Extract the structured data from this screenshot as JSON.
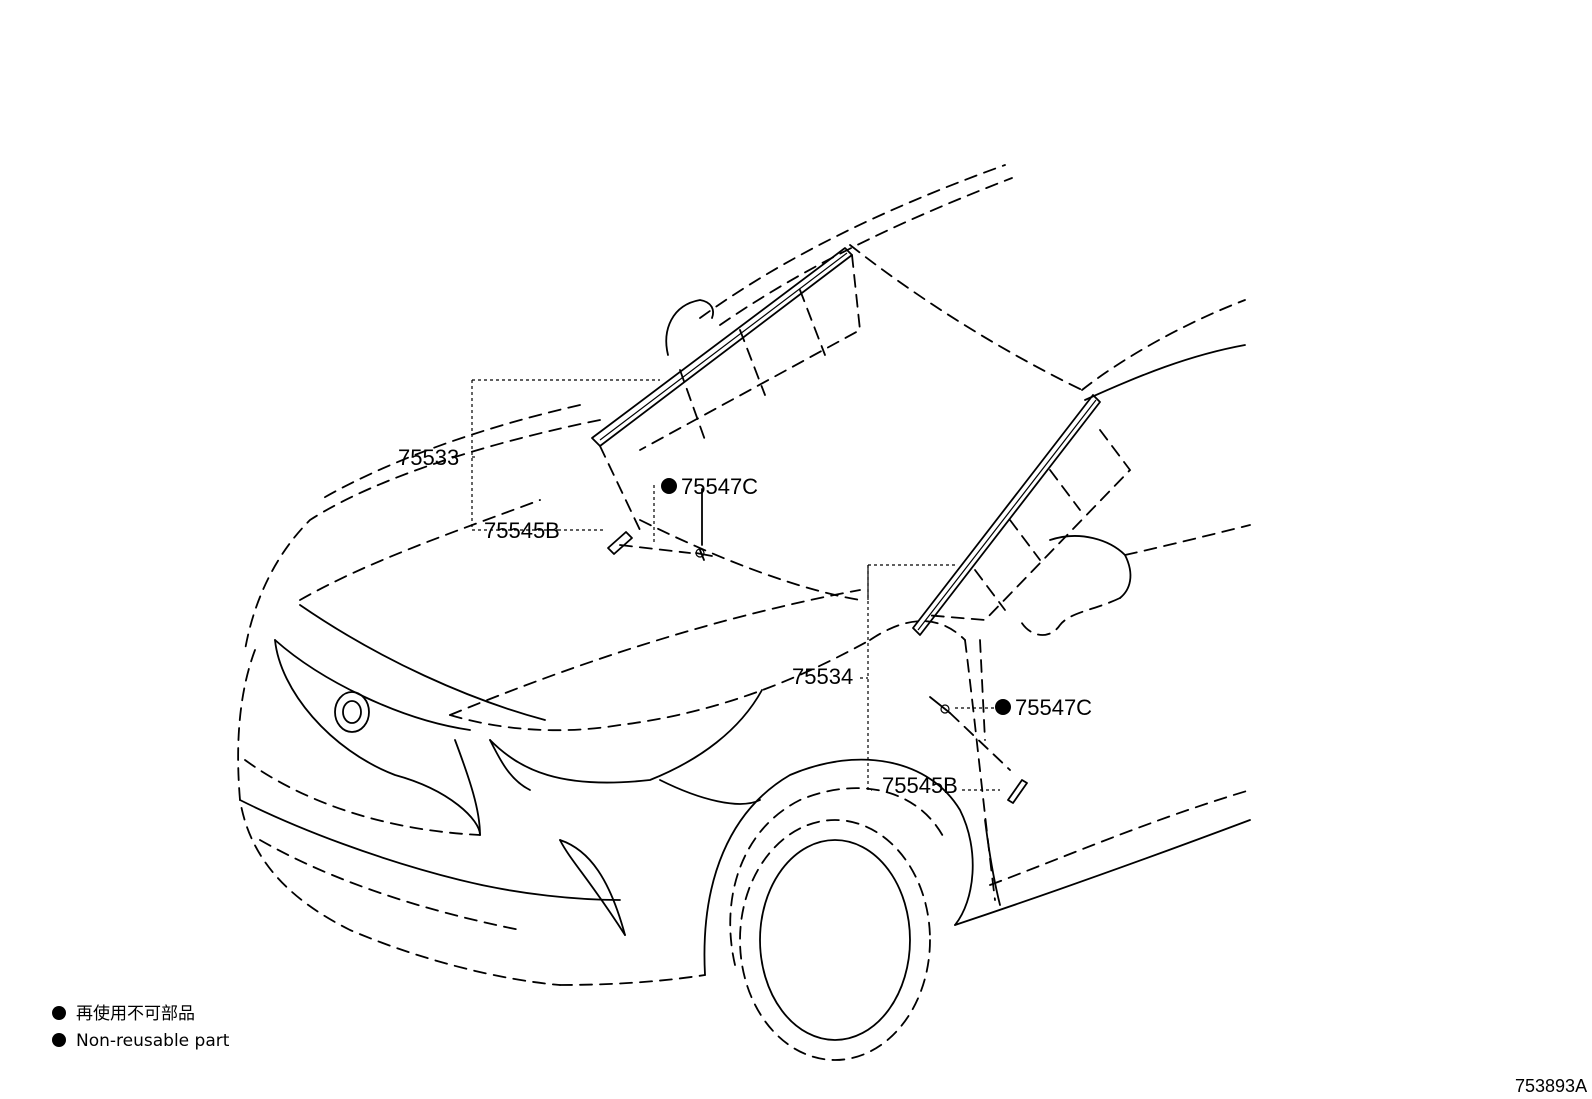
{
  "parts": {
    "p75533": "75533",
    "p75545b_left": "75545B",
    "p75547c_left": "75547C",
    "p75534": "75534",
    "p75547c_right": "75547C",
    "p75545b_right": "75545B"
  },
  "legend": {
    "japanese": "再使用不可部品",
    "english": "Non-reusable part"
  },
  "figure_id": "753893A"
}
